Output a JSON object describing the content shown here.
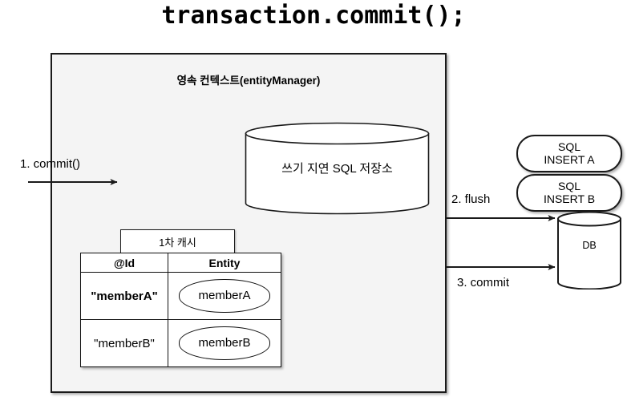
{
  "title": "transaction.commit();",
  "persistence_context": {
    "title": "영속 컨텍스트(entityManager)",
    "sql_store": {
      "label": "쓰기 지연 SQL 저장소",
      "shape": "cylinder-icon"
    },
    "cache": {
      "tab_label": "1차 캐시",
      "columns": [
        "@Id",
        "Entity"
      ],
      "rows": [
        {
          "id": "\"memberA\"",
          "entity": "memberA"
        },
        {
          "id": "\"memberB\"",
          "entity": "memberB"
        }
      ]
    }
  },
  "database": {
    "label": "DB",
    "shape": "cylinder-icon",
    "sql_statements": [
      {
        "label": "SQL\nINSERT A"
      },
      {
        "label": "SQL\nINSERT B"
      }
    ]
  },
  "flows": [
    {
      "id": "step-1",
      "label": "1. commit()"
    },
    {
      "id": "step-2",
      "label": "2. flush"
    },
    {
      "id": "step-3",
      "label": "3. commit"
    }
  ],
  "colors": {
    "stroke": "#1a1a1a",
    "panel_fill": "#f4f4f4",
    "shape_fill": "#ffffff",
    "text": "#000000"
  }
}
